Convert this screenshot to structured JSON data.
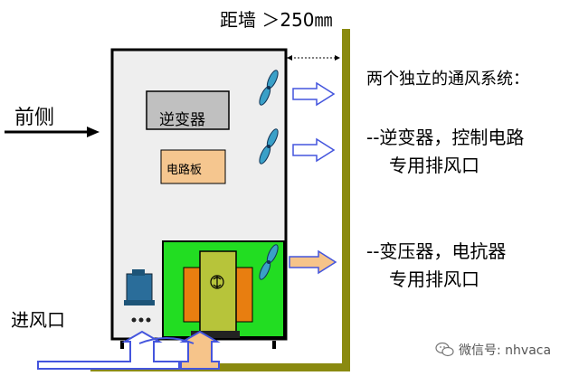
{
  "wall_clearance": "距墙 ＞250㎜",
  "front_label": "前侧",
  "inlet_label": "进风口",
  "inverter_label": "逆变器",
  "pcb_label": "电路板",
  "systems": {
    "title": "两个独立的通风系统：",
    "line1a": "--逆变器，控制电路",
    "line1b": "专用排风口",
    "line2a": "--变压器，电抗器",
    "line2b": "专用排风口"
  },
  "watermark": "微信号: nhvaca",
  "colors": {
    "cabinet_fill": "#eeeeee",
    "inverter_box": "#c0c0c0",
    "pcb_box": "#f5c68f",
    "transformer_bay": "#22dd22",
    "wall": "#8a8a10",
    "fan": "#3aa0c8",
    "arrow_outline": "#4455dd",
    "arrow_orange": "#f6c48a"
  }
}
